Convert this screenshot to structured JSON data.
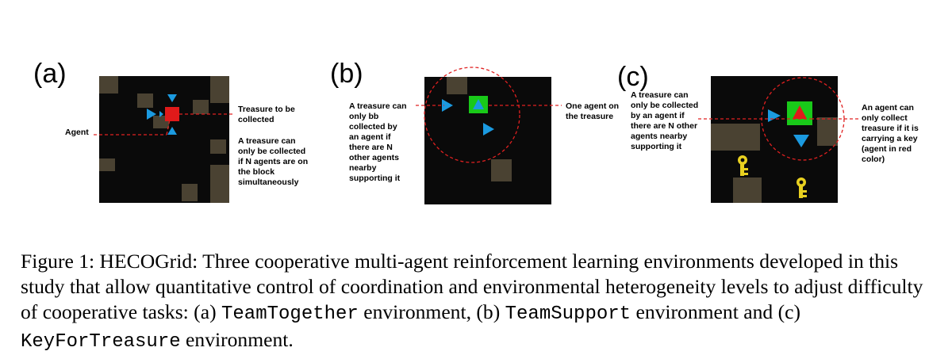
{
  "figure": {
    "panels": [
      {
        "label": "(a)",
        "notes": {
          "treasure": "Treasure to be\ncollected",
          "agent": "Agent",
          "rule": "A treasure can\nonly be collected\nif N agents are on\nthe block\nsimultaneously"
        }
      },
      {
        "label": "(b)",
        "notes": {
          "rule": "A treasure can\nonly bb\ncollected by\nan agent if\nthere are N\nother agents\nnearby\nsupporting it",
          "on_treasure": "One agent on\nthe treasure"
        }
      },
      {
        "label": "(c)",
        "notes": {
          "rule": "A treasure can\nonly be collected\n by  an agent if\nthere are N other\nagents nearby\nsupporting it",
          "key": "An agent can\nonly collect\ntreasure if it is\ncarrying a key\n(agent in red\ncolor)"
        }
      }
    ],
    "colors": {
      "background": "#0a0a0a",
      "wall": "#4a4232",
      "agent": "#1b9ae0",
      "treasure_red": "#e01a1a",
      "treasure_green": "#19c919",
      "key": "#e8d020",
      "leader_line": "#e02020"
    }
  },
  "caption": {
    "prefix": "Figure 1: HECOGrid: Three cooperative multi-agent reinforcement learning environments developed in this study that allow quantitative control of coordination and environmental heterogeneity levels to adjust difficulty of cooperative tasks: (a) ",
    "env_a": "TeamTogether",
    "mid1": " environment, (b) ",
    "env_b": "TeamSupport",
    "mid2": " environment and (c) ",
    "env_c": "KeyForTreasure",
    "suffix": " environment."
  }
}
